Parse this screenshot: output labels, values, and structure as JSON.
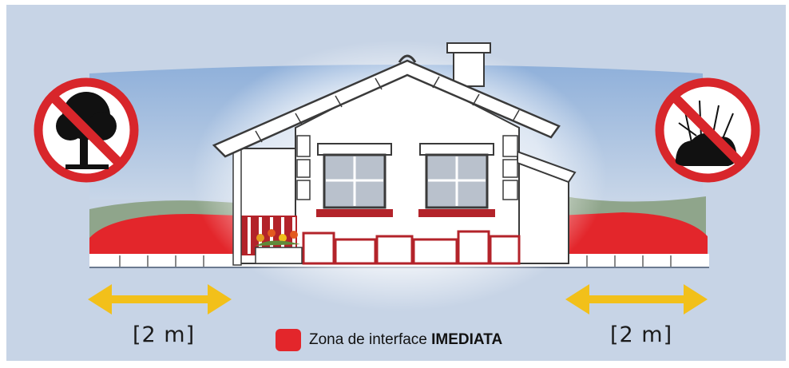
{
  "diagram": {
    "left_distance_label": "[2 m]",
    "right_distance_label": "[2 m]",
    "legend_prefix": "Zona de interface ",
    "legend_bold": "IMEDIATA",
    "legend_color": "#e3262b",
    "arrow_color": "#f2c01a",
    "left_prohibition_icon": "no-tree-icon",
    "right_prohibition_icon": "no-shrub-icon",
    "prohibition_color": "#d8262b",
    "background_color": "#c7d4e6"
  }
}
